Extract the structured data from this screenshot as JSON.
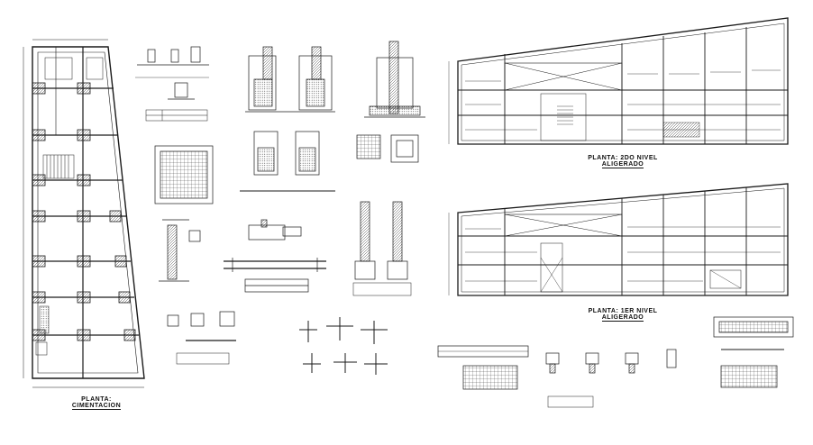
{
  "labels": {
    "foundation_plan_title": "PLANTA:",
    "foundation_plan_subtitle": "CIMENTACION",
    "second_level_title": "PLANTA: 2DO NIVEL",
    "second_level_subtitle": "ALIGERADO",
    "first_level_title": "PLANTA: 1ER NIVEL",
    "first_level_subtitle": "ALIGERADO"
  },
  "colors": {
    "line": "#1a1a1a",
    "background": "#ffffff"
  }
}
